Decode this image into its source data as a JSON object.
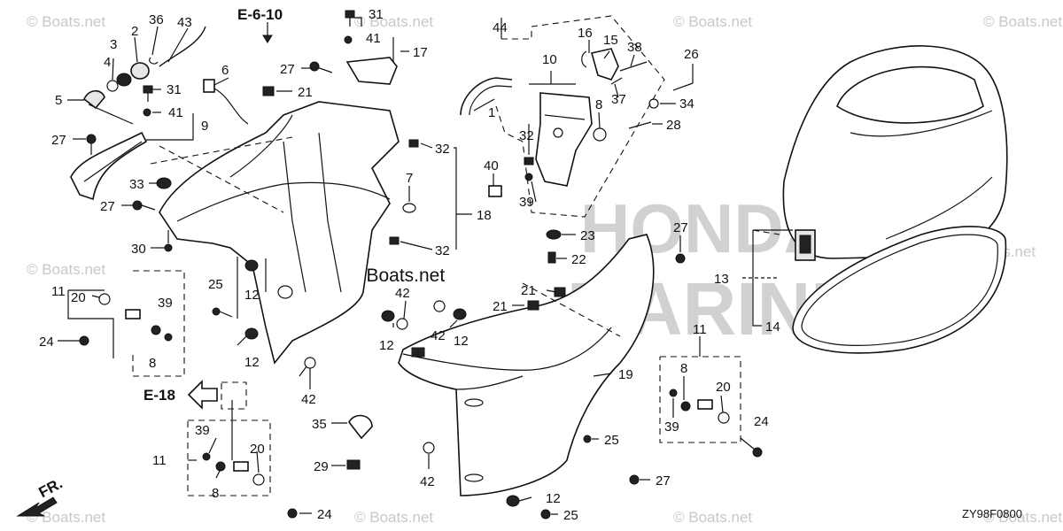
{
  "watermark": {
    "text": "© Boats.net",
    "center_text": "©Boats.net"
  },
  "brand_marks": {
    "honda": "HONDA",
    "marine": "MARINE"
  },
  "references": {
    "e_6_10": "E-6-10",
    "e_18": "E-18",
    "fr": "FR."
  },
  "diagram_code": "ZY98F0800",
  "part_labels": {
    "p1": "1",
    "p2": "2",
    "p3": "3",
    "p4": "4",
    "p5": "5",
    "p6": "6",
    "p7": "7",
    "p8": "8",
    "p9": "9",
    "p10": "10",
    "p11": "11",
    "p12": "12",
    "p13": "13",
    "p14": "14",
    "p15": "15",
    "p16": "16",
    "p17": "17",
    "p18": "18",
    "p19": "19",
    "p20": "20",
    "p21": "21",
    "p22": "22",
    "p23": "23",
    "p24": "24",
    "p25": "25",
    "p26": "26",
    "p27": "27",
    "p28": "28",
    "p29": "29",
    "p30": "30",
    "p31": "31",
    "p32": "32",
    "p33": "33",
    "p34": "34",
    "p35": "35",
    "p36": "36",
    "p37": "37",
    "p38": "38",
    "p39": "39",
    "p40": "40",
    "p41": "41",
    "p42": "42",
    "p43": "43",
    "p44": "44"
  }
}
